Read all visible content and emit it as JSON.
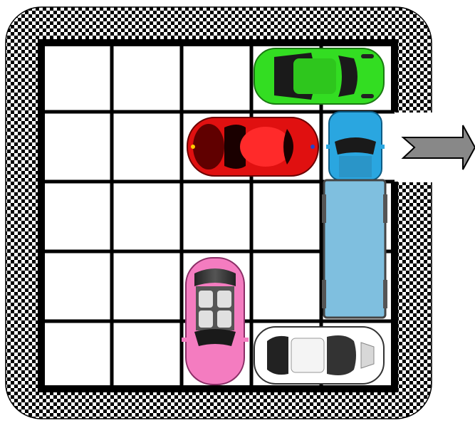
{
  "puzzle": {
    "grid": {
      "rows": 5,
      "cols": 5
    },
    "exit": {
      "row": 2,
      "side": "right"
    },
    "pieces": [
      {
        "id": "green-car",
        "color": "#33dd22",
        "orientation": "horizontal",
        "row": 1,
        "col": 4,
        "length": 2,
        "type": "car"
      },
      {
        "id": "red-car",
        "color": "#e01010",
        "orientation": "horizontal",
        "row": 2,
        "col": 3,
        "length": 2,
        "type": "car"
      },
      {
        "id": "blue-car",
        "color": "#2aa6e0",
        "orientation": "vertical",
        "row": 2,
        "col": 5,
        "length": 1,
        "type": "car"
      },
      {
        "id": "truck",
        "color": "#7fbfdf",
        "orientation": "vertical",
        "row": 3,
        "col": 5,
        "length": 2,
        "type": "truck"
      },
      {
        "id": "pink-car",
        "color": "#f47cc0",
        "orientation": "vertical",
        "row": 4,
        "col": 3,
        "length": 2,
        "type": "car"
      },
      {
        "id": "white-car",
        "color": "#ffffff",
        "orientation": "horizontal",
        "row": 5,
        "col": 4,
        "length": 2,
        "type": "car"
      }
    ],
    "colors": {
      "board_border": "#000000",
      "checker_dark": "#000000",
      "checker_light": "#ffffff",
      "arrow_fill": "#888888"
    },
    "icons": {
      "exit_arrow": "right-arrow-icon"
    }
  }
}
